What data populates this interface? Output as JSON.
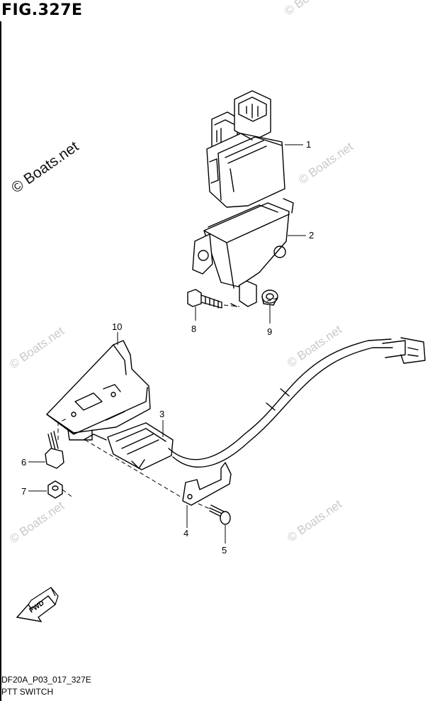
{
  "figure": {
    "title": "FIG.327E",
    "code": "DF20A_P03_017_327E",
    "name": "PTT SWITCH"
  },
  "watermarks": {
    "main": "© Boats.net",
    "faint": "© Boats.net"
  },
  "fwd_label": "FWD",
  "callouts": [
    "1",
    "2",
    "3",
    "4",
    "5",
    "6",
    "7",
    "8",
    "9",
    "10"
  ]
}
